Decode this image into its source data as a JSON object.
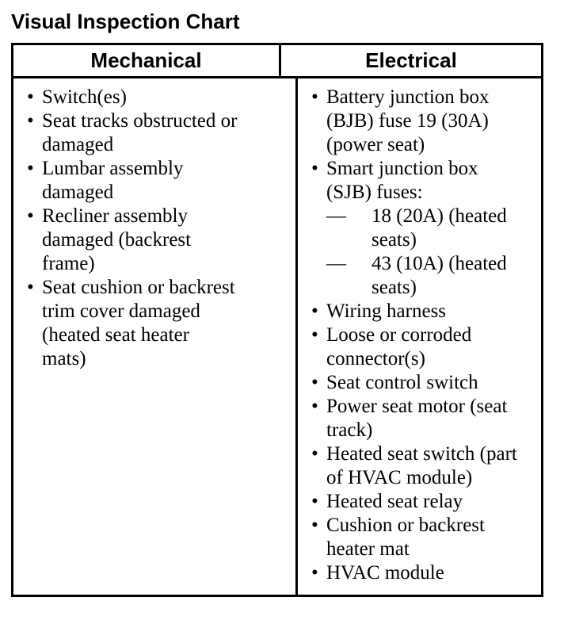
{
  "title": "Visual Inspection Chart",
  "markers": {
    "bullet": "•",
    "dash": "—"
  },
  "table": {
    "columns": [
      {
        "header": "Mechanical",
        "items": [
          {
            "text": "Switch(es)"
          },
          {
            "text": "Seat tracks obstructed or\ndamaged"
          },
          {
            "text": "Lumbar assembly\ndamaged"
          },
          {
            "text": "Recliner assembly\ndamaged (backrest\nframe)"
          },
          {
            "text": "Seat cushion or backrest\ntrim cover damaged\n(heated seat heater\nmats)"
          }
        ]
      },
      {
        "header": "Electrical",
        "items": [
          {
            "text": "Battery junction box\n(BJB) fuse 19 (30A)\n(power seat)"
          },
          {
            "text": "Smart junction box\n(SJB) fuses:",
            "sub_items": [
              "18 (20A) (heated\nseats)",
              "43 (10A) (heated\nseats)"
            ]
          },
          {
            "text": "Wiring harness"
          },
          {
            "text": "Loose or corroded\nconnector(s)"
          },
          {
            "text": "Seat control switch"
          },
          {
            "text": "Power seat motor (seat\ntrack)"
          },
          {
            "text": "Heated seat switch (part\nof HVAC module)"
          },
          {
            "text": "Heated seat relay"
          },
          {
            "text": "Cushion or backrest\nheater mat"
          },
          {
            "text": "HVAC module"
          }
        ]
      }
    ]
  }
}
